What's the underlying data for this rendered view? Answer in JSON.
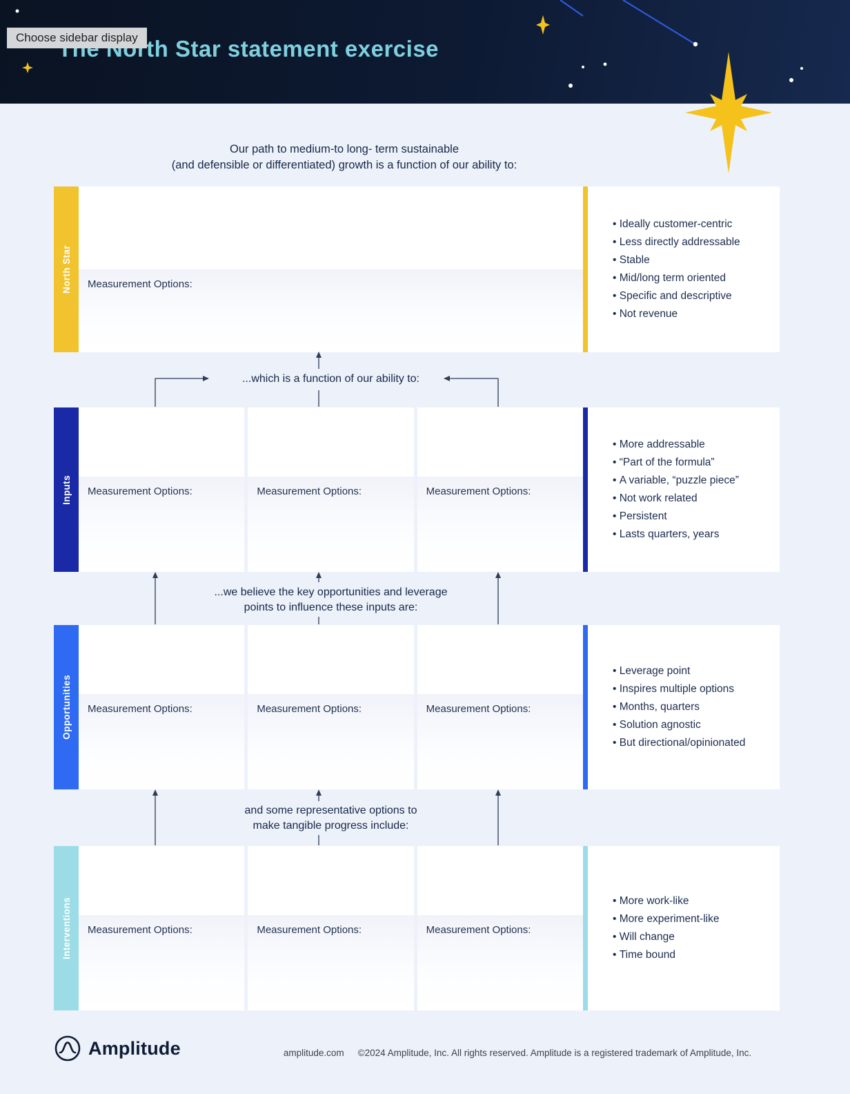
{
  "tooltip": {
    "label": "Choose sidebar display"
  },
  "header": {
    "title": "The North Star statement exercise"
  },
  "intro": {
    "line1": "Our path to medium-to long- term sustainable",
    "line2": "(and defensible or differentiated) growth is a function of our ability to:"
  },
  "connectors": {
    "c1": {
      "line1": "...which is a function of our ability to:"
    },
    "c2": {
      "line1": "...we believe the key opportunities and leverage",
      "line2": "points to influence these inputs are:"
    },
    "c3": {
      "line1": "and some representative options to",
      "line2": "make tangible progress include:"
    }
  },
  "measurement_label": "Measurement Options:",
  "sections": {
    "north_star": {
      "label": "North Star",
      "color": "#F0C32F",
      "criteria": [
        "Ideally customer-centric",
        "Less directly addressable",
        "Stable",
        "Mid/long term oriented",
        "Specific and descriptive",
        "Not revenue"
      ]
    },
    "inputs": {
      "label": "Inputs",
      "color": "#1A2AA6",
      "criteria": [
        "More addressable",
        "“Part of the formula”",
        "A variable, “puzzle piece”",
        "Not work related",
        "Persistent",
        "Lasts quarters, years"
      ]
    },
    "opportunities": {
      "label": "Opportunities",
      "color": "#2E6BF2",
      "criteria": [
        "Leverage point",
        "Inspires multiple options",
        "Months, quarters",
        "Solution agnostic",
        "But directional/opinionated"
      ]
    },
    "interventions": {
      "label": "Interventions",
      "color": "#9BDCE6",
      "criteria": [
        "More work-like",
        "More experiment-like",
        "Will change",
        "Time bound"
      ]
    }
  },
  "footer": {
    "brand": "Amplitude",
    "site": "amplitude.com",
    "copyright": "©2024 Amplitude, Inc. All rights reserved. Amplitude is a registered trademark of Amplitude, Inc."
  }
}
